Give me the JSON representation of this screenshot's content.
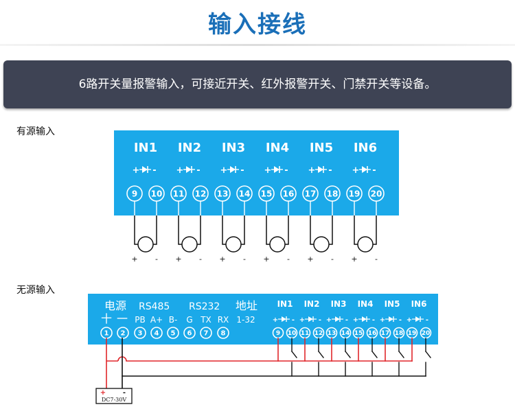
{
  "header": {
    "title": "输入接线"
  },
  "banner": {
    "text": "6路开关量报警输入，可接近开关、红外报警开关、门禁开关等设备。"
  },
  "active": {
    "label": "有源输入",
    "channels": [
      {
        "name": "IN1",
        "terminals": [
          "9",
          "10"
        ]
      },
      {
        "name": "IN2",
        "terminals": [
          "11",
          "12"
        ]
      },
      {
        "name": "IN3",
        "terminals": [
          "13",
          "14"
        ]
      },
      {
        "name": "IN4",
        "terminals": [
          "15",
          "16"
        ]
      },
      {
        "name": "IN5",
        "terminals": [
          "17",
          "18"
        ]
      },
      {
        "name": "IN6",
        "terminals": [
          "19",
          "20"
        ]
      }
    ],
    "diode": {
      "plus": "+",
      "minus": "-"
    },
    "polarity": {
      "plus": "+",
      "minus": "-"
    }
  },
  "passive": {
    "label": "无源输入",
    "groups": {
      "power": "电源",
      "rs485": "RS485",
      "rs232": "RS232",
      "addr": "地址"
    },
    "sublabels": [
      "十",
      "一",
      "PB",
      "A+",
      "B-",
      "G",
      "TX",
      "RX",
      "1-32"
    ],
    "left_terminals": [
      "1",
      "2",
      "3",
      "4",
      "5",
      "6",
      "7",
      "8"
    ],
    "channels": [
      {
        "name": "IN1",
        "terminals": [
          "9",
          "10"
        ]
      },
      {
        "name": "IN2",
        "terminals": [
          "11",
          "12"
        ]
      },
      {
        "name": "IN3",
        "terminals": [
          "13",
          "14"
        ]
      },
      {
        "name": "IN4",
        "terminals": [
          "15",
          "16"
        ]
      },
      {
        "name": "IN5",
        "terminals": [
          "17",
          "18"
        ]
      },
      {
        "name": "IN6",
        "terminals": [
          "19",
          "20"
        ]
      }
    ],
    "diode": {
      "plus": "+",
      "minus": "-"
    },
    "supply": {
      "label": "DC7-30V",
      "plus": "+",
      "minus": "-"
    }
  },
  "colors": {
    "panel": "#1ba9e9",
    "banner": "#3e4354",
    "title": "#1a6fb8",
    "red_wire": "#e0262a",
    "black_wire": "#111111"
  }
}
